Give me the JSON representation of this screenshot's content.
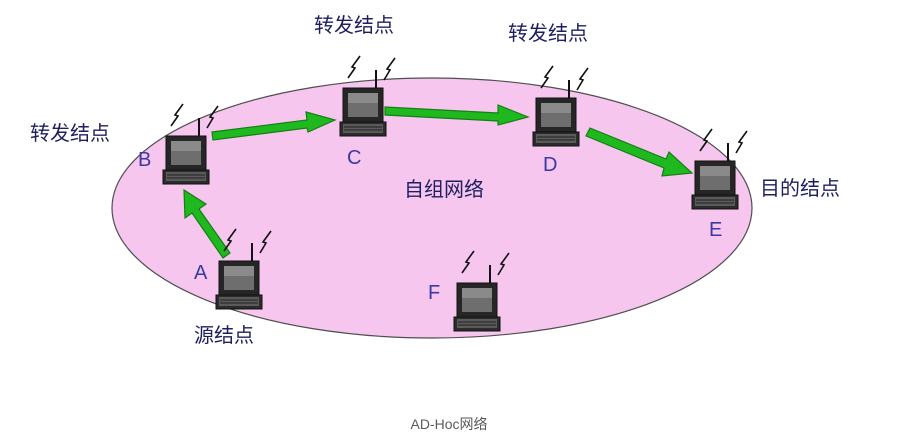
{
  "diagram": {
    "network_label": "自组网络",
    "nodes": [
      {
        "id": "A",
        "role": "源结点"
      },
      {
        "id": "B",
        "role": "转发结点"
      },
      {
        "id": "C",
        "role": "转发结点"
      },
      {
        "id": "D",
        "role": "转发结点"
      },
      {
        "id": "E",
        "role": "目的结点"
      },
      {
        "id": "F",
        "role": ""
      }
    ],
    "colors": {
      "ellipse_fill": "#f6c6ef",
      "ellipse_stroke": "#4f4f4f",
      "arrow": "#1fb81f",
      "text": "#1f1f5f",
      "node_id": "#3a3aa0"
    }
  },
  "caption": "AD-Hoc网络"
}
